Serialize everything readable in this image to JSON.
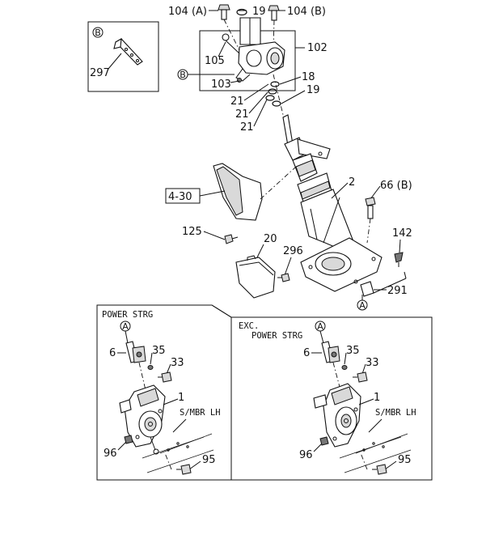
{
  "callouts": {
    "p104a": "104 (A)",
    "p19a": "19",
    "p104b": "104 (B)",
    "p102": "102",
    "p105": "105",
    "p103": "103",
    "p18": "18",
    "p19b": "19",
    "p21a": "21",
    "p21b": "21",
    "p21c": "21",
    "p297": "297",
    "p2": "2",
    "p66b": "66 (B)",
    "p430": "4-30",
    "p125": "125",
    "p20": "20",
    "p296": "296",
    "p142": "142",
    "p291": "291"
  },
  "markers": {
    "b_inset": "B",
    "b_main": "B",
    "a_main": "A",
    "a_left": "A",
    "a_right": "A"
  },
  "left_panel": {
    "title": "POWER STRG",
    "p6": "6",
    "p35": "35",
    "p33": "33",
    "p1": "1",
    "smbr": "S/MBR LH",
    "p96": "96",
    "p95": "95"
  },
  "right_panel": {
    "title_line1": "EXC.",
    "title_line2": "POWER STRG",
    "p6": "6",
    "p35": "35",
    "p33": "33",
    "p1": "1",
    "smbr": "S/MBR LH",
    "p96": "96",
    "p95": "95"
  }
}
